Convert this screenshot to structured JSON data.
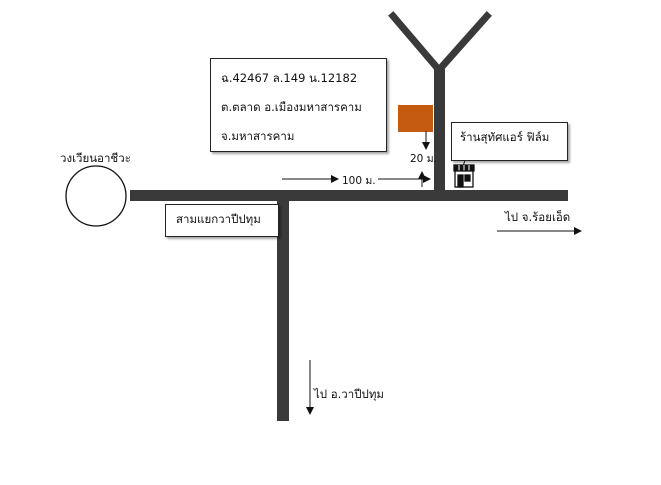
{
  "address": {
    "line1": "ฉ.42467  ล.149  น.12182",
    "line2": "ต.ตลาด  อ.เมืองมหาสารคาม",
    "line3": "จ.มหาสารคาม"
  },
  "labels": {
    "roundabout": "วงเวียนอาชีวะ",
    "junction": "สามแยกวาปีปทุม",
    "shop": "ร้านสุทัศแอร์ ฟิล์ม",
    "dist_100": "100 ม.",
    "dist_20": "20 ม.",
    "to_roiet": "ไป จ.ร้อยเอ็ด",
    "to_wapi": "ไป อ.วาปีปทุม"
  },
  "colors": {
    "road": "#3a3a3a",
    "destination": "#c55a11",
    "arrow": "#111111"
  },
  "icons": {
    "shop": "shop-storefront-icon",
    "destination": "destination-marker"
  }
}
